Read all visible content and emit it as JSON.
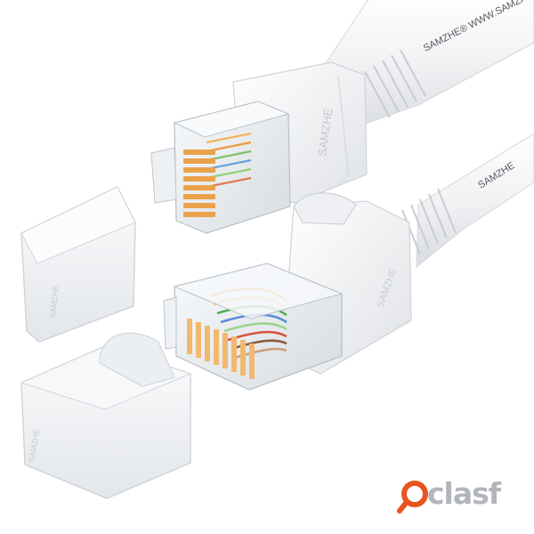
{
  "photo": {
    "subject": "white-rj45-patch-cable-with-boots",
    "cable_print_upper": "SAMZHE®  WWW.SAMZHE",
    "cable_print_lower": "SAMZHE",
    "boot_print": "SAMZHE",
    "boot_print_lower": "SAMZHE",
    "boot_side_print": "SAMZHE",
    "boot_side_print_lower": "SAMZHE"
  },
  "watermark": {
    "text": "clasf",
    "icon": "magnifier-icon",
    "color": "#b2b5b9",
    "accent": "#e8541f"
  },
  "colors": {
    "background": "#ffffff",
    "cable": "#f4f5f6",
    "boot": "#e9ecef",
    "contacts": "#e9a24a"
  }
}
